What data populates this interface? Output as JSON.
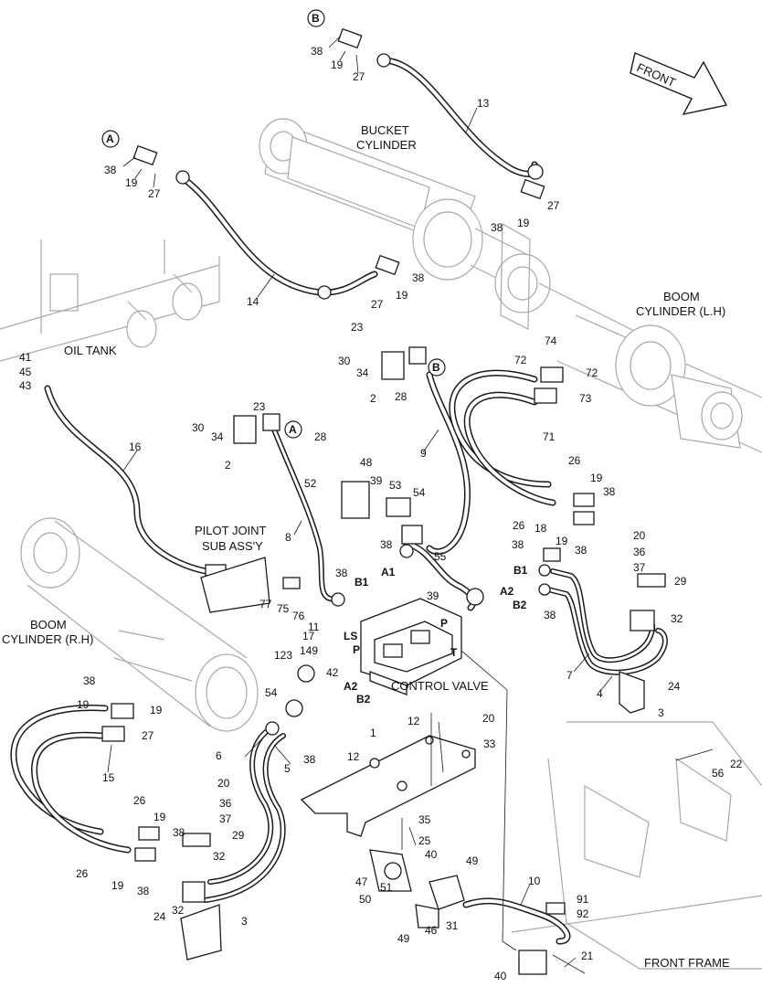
{
  "arrow": {
    "label": "FRONT"
  },
  "labels": {
    "bucket_cylinder": [
      "BUCKET",
      "CYLINDER"
    ],
    "boom_cylinder_lh": [
      "BOOM",
      "CYLINDER (L.H)"
    ],
    "boom_cylinder_rh": [
      "BOOM",
      "CYLINDER (R.H)"
    ],
    "oil_tank": "OIL TANK",
    "pilot_joint": [
      "PILOT JOINT",
      "SUB ASS'Y"
    ],
    "control_valve": "CONTROL VALVE",
    "front_frame": "FRONT FRAME"
  },
  "callouts": {
    "a": "A",
    "b": "B"
  },
  "ports": {
    "b1_left": "B1",
    "a1_left": "A1",
    "ls": "LS",
    "p_left": "P",
    "a1_left2": "A1",
    "a2_left": "A2",
    "b2_left": "B2",
    "b1_right": "B1",
    "a2_right": "A2",
    "b2_right": "B2",
    "p_right": "P",
    "t_right": "T"
  },
  "part_numbers": [
    {
      "id": "p38a",
      "text": "38"
    },
    {
      "id": "p19a",
      "text": "19"
    },
    {
      "id": "p27a",
      "text": "27"
    },
    {
      "id": "p13",
      "text": "13"
    },
    {
      "id": "p38b",
      "text": "38"
    },
    {
      "id": "p19b",
      "text": "19"
    },
    {
      "id": "p27b",
      "text": "27"
    },
    {
      "id": "p38c",
      "text": "38"
    },
    {
      "id": "p19c",
      "text": "19"
    },
    {
      "id": "p27c",
      "text": "27"
    },
    {
      "id": "p14",
      "text": "14"
    },
    {
      "id": "p38d",
      "text": "38"
    },
    {
      "id": "p19d",
      "text": "19"
    },
    {
      "id": "p27d",
      "text": "27"
    },
    {
      "id": "p41",
      "text": "41"
    },
    {
      "id": "p45",
      "text": "45"
    },
    {
      "id": "p43",
      "text": "43"
    },
    {
      "id": "p23a",
      "text": "23"
    },
    {
      "id": "p30a",
      "text": "30"
    },
    {
      "id": "p34a",
      "text": "34"
    },
    {
      "id": "p2a",
      "text": "2"
    },
    {
      "id": "p28a",
      "text": "28"
    },
    {
      "id": "p74",
      "text": "74"
    },
    {
      "id": "p72a",
      "text": "72"
    },
    {
      "id": "p72b",
      "text": "72"
    },
    {
      "id": "p73",
      "text": "73"
    },
    {
      "id": "p71",
      "text": "71"
    },
    {
      "id": "p16",
      "text": "16"
    },
    {
      "id": "p23b",
      "text": "23"
    },
    {
      "id": "p30b",
      "text": "30"
    },
    {
      "id": "p34b",
      "text": "34"
    },
    {
      "id": "p2b",
      "text": "2"
    },
    {
      "id": "p28b",
      "text": "28"
    },
    {
      "id": "p9",
      "text": "9"
    },
    {
      "id": "p26a",
      "text": "26"
    },
    {
      "id": "p19e",
      "text": "19"
    },
    {
      "id": "p38e",
      "text": "38"
    },
    {
      "id": "p26b",
      "text": "26"
    },
    {
      "id": "p18",
      "text": "18"
    },
    {
      "id": "p19f",
      "text": "19"
    },
    {
      "id": "p38f",
      "text": "38"
    },
    {
      "id": "p52",
      "text": "52"
    },
    {
      "id": "p48",
      "text": "48"
    },
    {
      "id": "p39a",
      "text": "39"
    },
    {
      "id": "p53",
      "text": "53"
    },
    {
      "id": "p54a",
      "text": "54"
    },
    {
      "id": "p8",
      "text": "8"
    },
    {
      "id": "p20a",
      "text": "20"
    },
    {
      "id": "p36a",
      "text": "36"
    },
    {
      "id": "p37a",
      "text": "37"
    },
    {
      "id": "p29a",
      "text": "29"
    },
    {
      "id": "p38g",
      "text": "38"
    },
    {
      "id": "p55",
      "text": "55"
    },
    {
      "id": "p38h",
      "text": "38"
    },
    {
      "id": "p38i",
      "text": "38"
    },
    {
      "id": "p77",
      "text": "77"
    },
    {
      "id": "p75",
      "text": "75"
    },
    {
      "id": "p76",
      "text": "76"
    },
    {
      "id": "p11",
      "text": "11"
    },
    {
      "id": "p38j",
      "text": "38"
    },
    {
      "id": "p39b",
      "text": "39"
    },
    {
      "id": "p32a",
      "text": "32"
    },
    {
      "id": "p17",
      "text": "17"
    },
    {
      "id": "p123",
      "text": "123"
    },
    {
      "id": "p149",
      "text": "149"
    },
    {
      "id": "p42",
      "text": "42"
    },
    {
      "id": "p7",
      "text": "7"
    },
    {
      "id": "p4",
      "text": "4"
    },
    {
      "id": "p24a",
      "text": "24"
    },
    {
      "id": "p3a",
      "text": "3"
    },
    {
      "id": "p38k",
      "text": "38"
    },
    {
      "id": "p19g",
      "text": "19"
    },
    {
      "id": "p19h",
      "text": "19"
    },
    {
      "id": "p27e",
      "text": "27"
    },
    {
      "id": "p15",
      "text": "15"
    },
    {
      "id": "p54b",
      "text": "54"
    },
    {
      "id": "p6",
      "text": "6"
    },
    {
      "id": "p5",
      "text": "5"
    },
    {
      "id": "p38l",
      "text": "38"
    },
    {
      "id": "p12a",
      "text": "12"
    },
    {
      "id": "p20b",
      "text": "20"
    },
    {
      "id": "p1",
      "text": "1"
    },
    {
      "id": "p12b",
      "text": "12"
    },
    {
      "id": "p33",
      "text": "33"
    },
    {
      "id": "p56",
      "text": "56"
    },
    {
      "id": "p22",
      "text": "22"
    },
    {
      "id": "p26c",
      "text": "26"
    },
    {
      "id": "p20c",
      "text": "20"
    },
    {
      "id": "p36b",
      "text": "36"
    },
    {
      "id": "p37b",
      "text": "37"
    },
    {
      "id": "p19i",
      "text": "19"
    },
    {
      "id": "p38m",
      "text": "38"
    },
    {
      "id": "p29b",
      "text": "29"
    },
    {
      "id": "p26d",
      "text": "26"
    },
    {
      "id": "p19j",
      "text": "19"
    },
    {
      "id": "p38n",
      "text": "38"
    },
    {
      "id": "p32b",
      "text": "32"
    },
    {
      "id": "p32c",
      "text": "32"
    },
    {
      "id": "p24b",
      "text": "24"
    },
    {
      "id": "p3b",
      "text": "3"
    },
    {
      "id": "p35",
      "text": "35"
    },
    {
      "id": "p25",
      "text": "25"
    },
    {
      "id": "p40a",
      "text": "40"
    },
    {
      "id": "p49a",
      "text": "49"
    },
    {
      "id": "p47",
      "text": "47"
    },
    {
      "id": "p51",
      "text": "51"
    },
    {
      "id": "p50",
      "text": "50"
    },
    {
      "id": "p49b",
      "text": "49"
    },
    {
      "id": "p46",
      "text": "46"
    },
    {
      "id": "p31",
      "text": "31"
    },
    {
      "id": "p10",
      "text": "10"
    },
    {
      "id": "p91",
      "text": "91"
    },
    {
      "id": "p92",
      "text": "92"
    },
    {
      "id": "p40b",
      "text": "40"
    },
    {
      "id": "p21",
      "text": "21"
    }
  ]
}
